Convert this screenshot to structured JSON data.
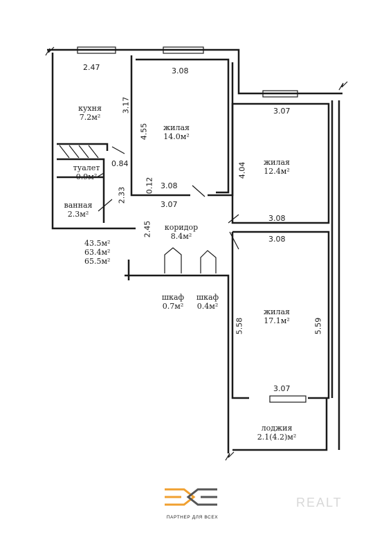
{
  "rooms": {
    "kitchen": {
      "name": "кухня",
      "area": "7.2м²"
    },
    "living1": {
      "name": "жилая",
      "area": "14.0м²"
    },
    "living2": {
      "name": "жилая",
      "area": "12.4м²"
    },
    "living3": {
      "name": "жилая",
      "area": "17.1м²"
    },
    "toilet": {
      "name": "туалет",
      "area": "0.9м²"
    },
    "bathroom": {
      "name": "ванная",
      "area": "2.3м²"
    },
    "corridor": {
      "name": "коридор",
      "area": "8.4м²"
    },
    "closet1": {
      "name": "шкаф",
      "area": "0.7м²"
    },
    "closet2": {
      "name": "шкаф",
      "area": "0.4м²"
    },
    "loggia": {
      "name": "лоджия",
      "area": "2.1(4.2)м²"
    }
  },
  "totals": {
    "living": "43.5м²",
    "total": "63.4м²",
    "with_loggia": "65.5м²"
  },
  "dimensions": {
    "kitchen_width": "2.47",
    "kitchen_depth": "3.17",
    "living1_width_top": "3.08",
    "living1_depth": "4.55",
    "living1_width_bottom": "3.08",
    "wall_012": "0.12",
    "corridor_top": "3.07",
    "living2_width_top": "3.07",
    "living2_depth": "4.04",
    "living2_width_bottom": "3.08",
    "living3_width_top": "3.08",
    "living3_depth_left": "5.58",
    "living3_depth_right": "5.59",
    "living3_width_bottom": "3.07",
    "toilet_dim": "0.84",
    "bathroom_dim": "2.33",
    "corridor_dim": "2.45"
  },
  "branding": {
    "tagline": "ПАРТНЕР ДЛЯ ВСЕХ",
    "watermark": "REALT"
  },
  "colors": {
    "line": "#1a1a1a",
    "logo_orange": "#f0a030",
    "logo_dark": "#555555"
  }
}
